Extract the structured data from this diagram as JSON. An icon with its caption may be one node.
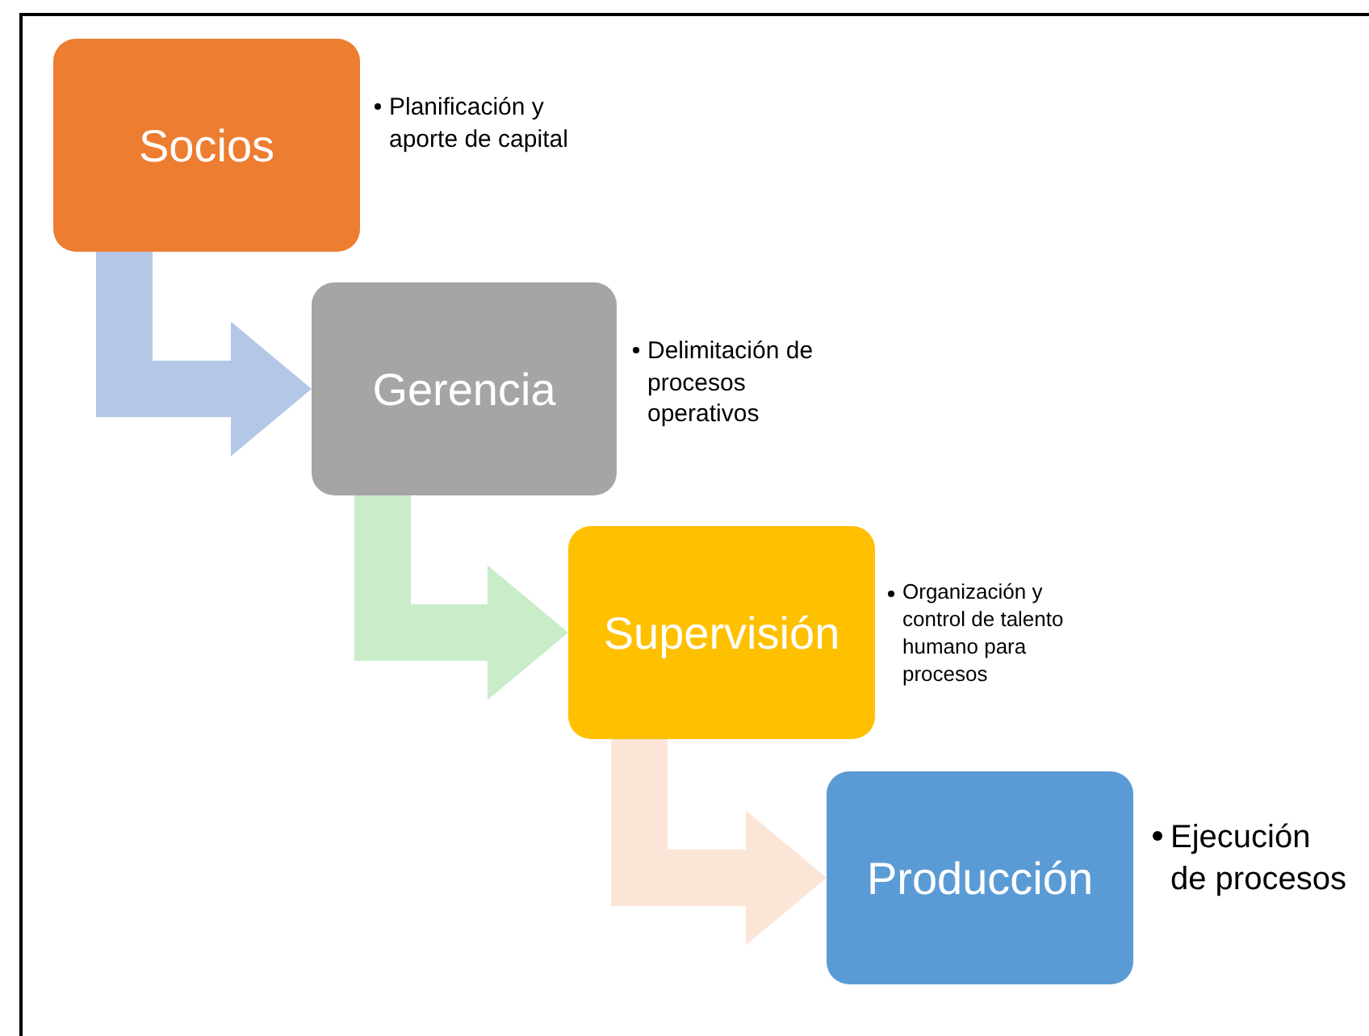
{
  "diagram": {
    "nodes": [
      {
        "text": [
          "Socios"
        ],
        "beside": [
          "Planificación y aporte de capital"
        ]
      },
      {
        "text": [
          "Gerencia"
        ],
        "beside": [
          "Delimitación de procesos operativos"
        ]
      },
      {
        "text": [
          "Supervisión"
        ],
        "beside": [
          "Organización y control de talento humano para procesos"
        ]
      },
      {
        "text": [
          "Producción"
        ],
        "beside": [
          "Ejecución de procesos"
        ]
      }
    ],
    "edges": [
      {
        "from": 0,
        "to": 1,
        "arrow": "to",
        "color": "#b4c7e7"
      },
      {
        "from": 1,
        "to": 2,
        "arrow": "to",
        "color": "#c9ecc9"
      },
      {
        "from": 2,
        "to": 3,
        "arrow": "to",
        "color": "#fbe5d6"
      }
    ]
  }
}
